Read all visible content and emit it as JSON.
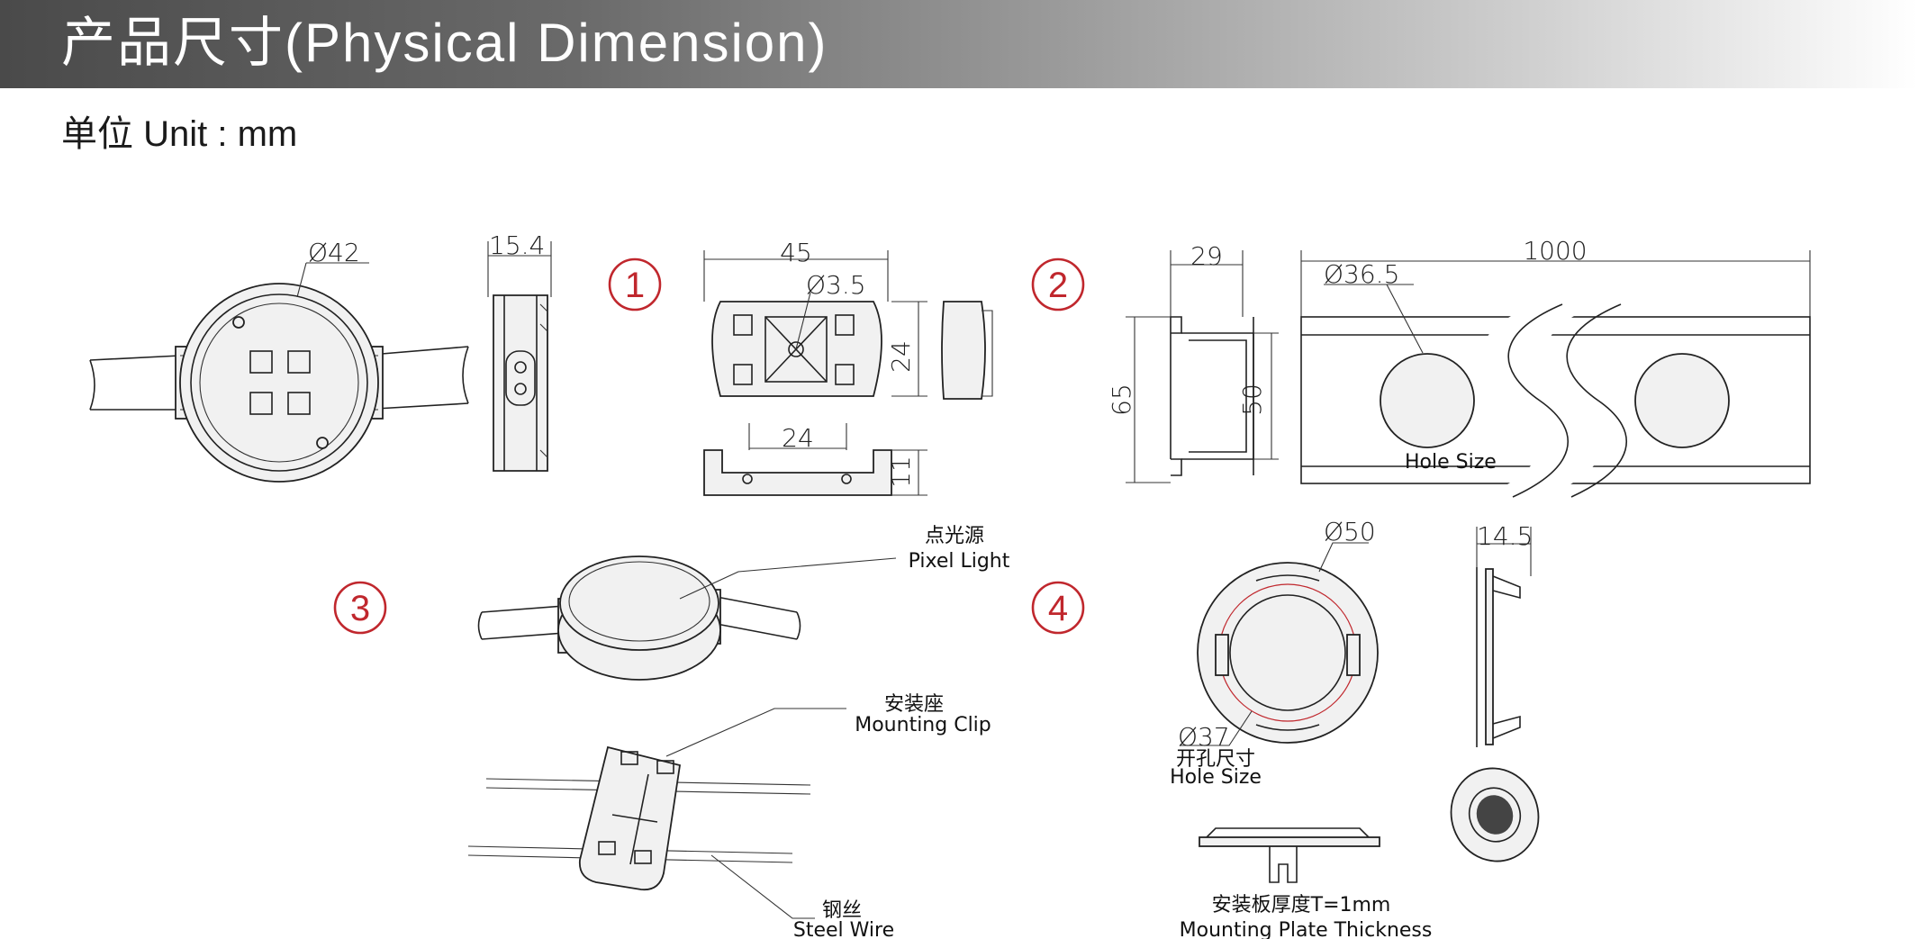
{
  "header": {
    "title": "产品尺寸(Physical Dimension)",
    "unit": "单位 Unit : mm"
  },
  "steps": [
    "1",
    "2",
    "3",
    "4"
  ],
  "dimensions": {
    "pixel_diameter": "Ø42",
    "pixel_depth": "15.4",
    "clip_width": "45",
    "clip_hole": "Ø3.5",
    "clip_height": "24",
    "clip_slot": "24",
    "clip_depth": "11",
    "channel_width": "29",
    "channel_height_outer": "65",
    "channel_height_inner": "50",
    "channel_length": "1000",
    "channel_hole": "Ø36.5",
    "ring_outer": "Ø50",
    "ring_depth": "14.5",
    "ring_inner": "Ø37"
  },
  "labels": {
    "hole_size_channel": "Hole Size",
    "pixel_light_cn": "点光源",
    "pixel_light_en": "Pixel Light",
    "mounting_clip_cn": "安装座",
    "mounting_clip_en": "Mounting Clip",
    "steel_wire_cn": "钢丝",
    "steel_wire_en": "Steel Wire",
    "hole_size_cn": "开孔尺寸",
    "hole_size_en": "Hole Size",
    "plate_thickness_cn": "安装板厚度T=1mm",
    "plate_thickness_en": "Mounting Plate Thickness"
  },
  "colors": {
    "accent_red": "#c0272d",
    "header_dark": "#4a4a4a"
  }
}
